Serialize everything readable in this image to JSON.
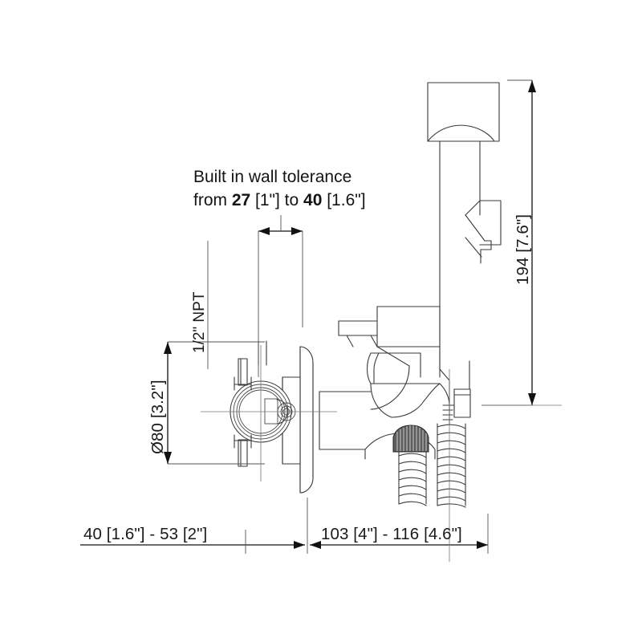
{
  "drawing": {
    "title": "Wall mounted bidet sprayer valve technical drawing",
    "units_note": "millimeters with inches in brackets",
    "line_color": "#3a3a3a",
    "dim_color": "#111111",
    "background": "#ffffff"
  },
  "notes": {
    "tolerance_line1": "Built in wall tolerance",
    "tolerance_line2_prefix": "from ",
    "tolerance_line2_value1": "27",
    "tolerance_line2_mid1": " [1\"] to ",
    "tolerance_line2_value2": "40",
    "tolerance_line2_mid2": " [1.6\"]",
    "thread_spec": "1/2\" NPT"
  },
  "dimensions": {
    "diameter_vertical": "Ø80 [3.2\"]",
    "height_right": "194 [7.6\"]",
    "bottom_left": "40 [1.6\"] - 53 [2\"]",
    "bottom_right": "103 [4\"] - 116 [4.6\"]"
  },
  "parts": {
    "sprayer_head": "handheld-sprayer-head",
    "sprayer_body": "sprayer-body",
    "trigger_lever": "trigger-lever",
    "wall_plate": "escutcheon-plate",
    "rough_in_valve": "rough-in-valve-body",
    "mounting_bracket": "cross-mounting-bracket",
    "supply_inlet": "supply-inlet-stub",
    "hose_left": "coiled-hose-left",
    "hose_right": "coiled-hose-right",
    "knurled_cap": "knurled-cap",
    "holder_bracket": "sprayer-holder-bracket"
  }
}
